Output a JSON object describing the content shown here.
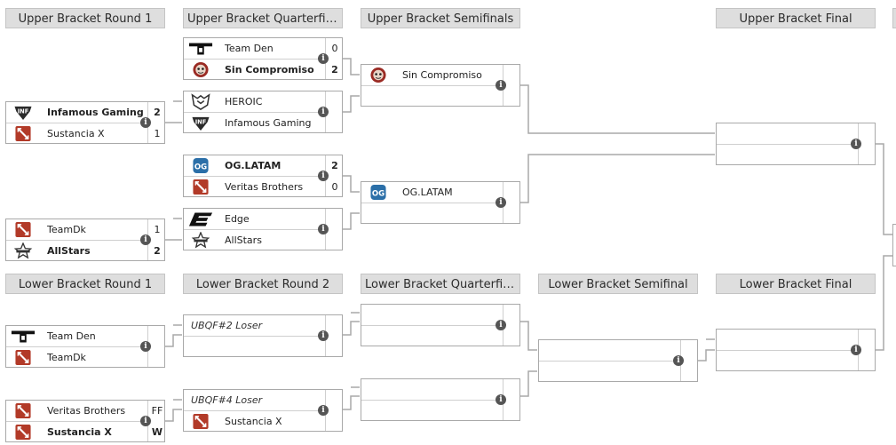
{
  "headers": {
    "ubr1": "Upper Bracket Round 1",
    "ubqf": "Upper Bracket Quarterfinals",
    "ubsf": "Upper Bracket Semifinals",
    "ubf": "Upper Bracket Final",
    "lbr1": "Lower Bracket Round 1",
    "lbr2": "Lower Bracket Round 2",
    "lbqf": "Lower Bracket Quarterfinals",
    "lbsf": "Lower Bracket Semifinal",
    "lbf": "Lower Bracket Final"
  },
  "matches": {
    "ubr1_1": {
      "top": {
        "team": "Infamous Gaming",
        "score": "2",
        "logo": "infamous-logo"
      },
      "bottom": {
        "team": "Sustancia X",
        "score": "1",
        "logo": "dota-logo"
      }
    },
    "ubr1_2": {
      "top": {
        "team": "TeamDk",
        "score": "1",
        "logo": "dota-logo"
      },
      "bottom": {
        "team": "AllStars",
        "score": "2",
        "logo": "allstars-logo"
      }
    },
    "ubqf_1": {
      "top": {
        "team": "Team Den",
        "score": "0",
        "logo": "team-den-logo"
      },
      "bottom": {
        "team": "Sin Compromiso",
        "score": "2",
        "logo": "sin-compromiso-logo"
      }
    },
    "ubqf_2": {
      "top": {
        "team": "HEROIC",
        "score": "",
        "logo": "heroic-logo"
      },
      "bottom": {
        "team": "Infamous Gaming",
        "score": "",
        "logo": "infamous-logo"
      }
    },
    "ubqf_3": {
      "top": {
        "team": "OG.LATAM",
        "score": "2",
        "logo": "og-logo"
      },
      "bottom": {
        "team": "Veritas Brothers",
        "score": "0",
        "logo": "dota-logo"
      }
    },
    "ubqf_4": {
      "top": {
        "team": "Edge",
        "score": "",
        "logo": "edge-logo"
      },
      "bottom": {
        "team": "AllStars",
        "score": "",
        "logo": "allstars-logo"
      }
    },
    "ubsf_1": {
      "top": {
        "team": "Sin Compromiso",
        "score": "",
        "logo": "sin-compromiso-logo"
      },
      "bottom": {
        "team": "",
        "score": "",
        "logo": ""
      }
    },
    "ubsf_2": {
      "top": {
        "team": "OG.LATAM",
        "score": "",
        "logo": "og-logo"
      },
      "bottom": {
        "team": "",
        "score": "",
        "logo": ""
      }
    },
    "lbr1_1": {
      "top": {
        "team": "Team Den",
        "score": "",
        "logo": "team-den-logo"
      },
      "bottom": {
        "team": "TeamDk",
        "score": "",
        "logo": "dota-logo"
      }
    },
    "lbr1_2": {
      "top": {
        "team": "Veritas Brothers",
        "score": "FF",
        "logo": "dota-logo"
      },
      "bottom": {
        "team": "Sustancia X",
        "score": "W",
        "logo": "dota-logo"
      }
    },
    "lbr2_1": {
      "top": {
        "team": "UBQF#2 Loser",
        "score": "",
        "logo": ""
      },
      "bottom": {
        "team": "",
        "score": "",
        "logo": ""
      }
    },
    "lbr2_2": {
      "top": {
        "team": "UBQF#4 Loser",
        "score": "",
        "logo": ""
      },
      "bottom": {
        "team": "Sustancia X",
        "score": "",
        "logo": "dota-logo"
      }
    }
  },
  "info_icon_glyph": "i",
  "colors": {
    "header_bg": "#dedede",
    "dota_red": "#b23a28",
    "line": "#a9a9a9"
  }
}
